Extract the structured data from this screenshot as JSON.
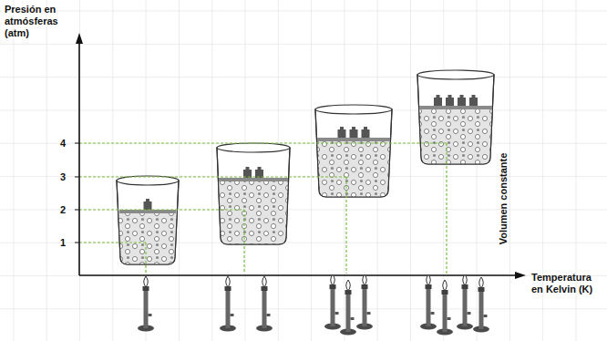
{
  "diagram": {
    "labels": [
      "Presión en atmósferas (atm)",
      "4",
      "3",
      "2",
      "1",
      "Volumen constante",
      "Temperatura en Kelvin (K)"
    ]
  }
}
